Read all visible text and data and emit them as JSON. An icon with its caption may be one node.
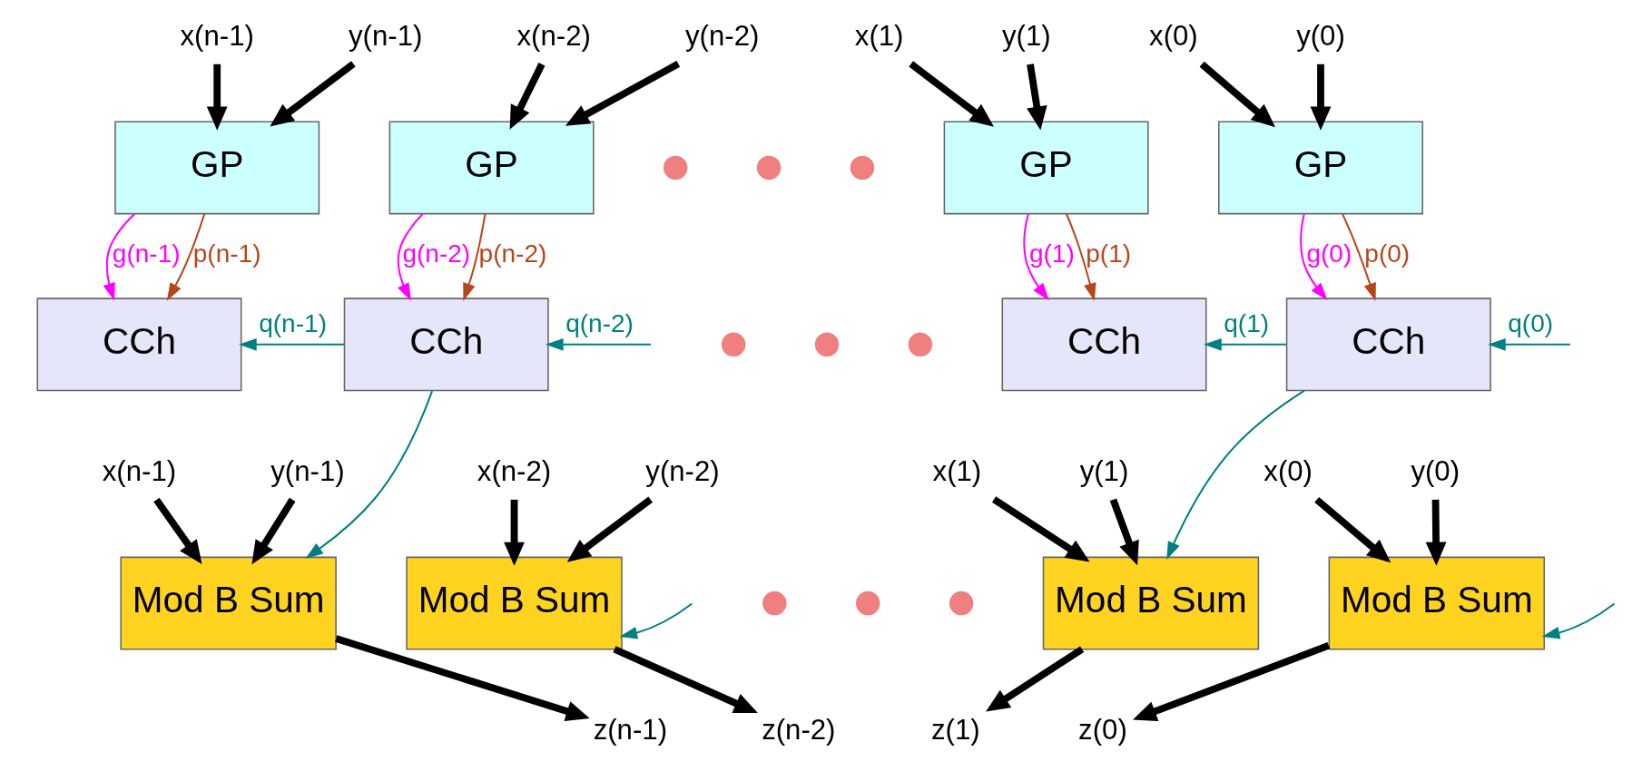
{
  "diagram": {
    "nodes": [
      {
        "text": [
          "x(n-1)"
        ]
      },
      {
        "text": [
          "y(n-1)"
        ]
      },
      {
        "text": [
          "GP"
        ]
      },
      {
        "text": [
          "CCh"
        ]
      },
      {
        "text": [
          "x(n-1)"
        ]
      },
      {
        "text": [
          "y(n-1)"
        ]
      },
      {
        "text": [
          "Mod B Sum"
        ]
      },
      {
        "text": [
          "z(n-1)"
        ]
      },
      {
        "text": [
          "x(n-2)"
        ]
      },
      {
        "text": [
          "y(n-2)"
        ]
      },
      {
        "text": [
          "GP"
        ]
      },
      {
        "text": [
          "CCh"
        ]
      },
      {
        "text": [
          "x(n-2)"
        ]
      },
      {
        "text": [
          "y(n-2)"
        ]
      },
      {
        "text": [
          "Mod B Sum"
        ]
      },
      {
        "text": [
          "z(n-2)"
        ]
      },
      {
        "text": [
          "x(1)"
        ]
      },
      {
        "text": [
          "y(1)"
        ]
      },
      {
        "text": [
          "GP"
        ]
      },
      {
        "text": [
          "CCh"
        ]
      },
      {
        "text": [
          "x(1)"
        ]
      },
      {
        "text": [
          "y(1)"
        ]
      },
      {
        "text": [
          "Mod B Sum"
        ]
      },
      {
        "text": [
          "z(1)"
        ]
      },
      {
        "text": [
          "x(0)"
        ]
      },
      {
        "text": [
          "y(0)"
        ]
      },
      {
        "text": [
          "GP"
        ]
      },
      {
        "text": [
          "CCh"
        ]
      },
      {
        "text": [
          "x(0)"
        ]
      },
      {
        "text": [
          "y(0)"
        ]
      },
      {
        "text": [
          "Mod B Sum"
        ]
      },
      {
        "text": [
          "z(0)"
        ]
      },
      {
        "text": [],
        "shape": "circle"
      },
      {
        "text": [],
        "shape": "circle"
      },
      {
        "text": [],
        "shape": "circle"
      },
      {
        "text": [],
        "shape": "circle"
      },
      {
        "text": [],
        "shape": "circle"
      },
      {
        "text": [],
        "shape": "circle"
      },
      {
        "text": [],
        "shape": "circle"
      },
      {
        "text": [],
        "shape": "circle"
      },
      {
        "text": [],
        "shape": "circle"
      }
    ],
    "edges": [
      {
        "from": 0,
        "to": 2,
        "arrow": "to"
      },
      {
        "from": 1,
        "to": 2,
        "arrow": "to"
      },
      {
        "from": 2,
        "to": 3,
        "arrow": "to",
        "label": "g(n-1)",
        "color": "#ff00ff"
      },
      {
        "from": 2,
        "to": 3,
        "arrow": "to",
        "label": "p(n-1)",
        "color": "#b8461b"
      },
      {
        "from": 4,
        "to": 6,
        "arrow": "to"
      },
      {
        "from": 5,
        "to": 6,
        "arrow": "to"
      },
      {
        "from": 6,
        "to": 7,
        "arrow": "to"
      },
      {
        "from": 8,
        "to": 10,
        "arrow": "to"
      },
      {
        "from": 9,
        "to": 10,
        "arrow": "to"
      },
      {
        "from": 10,
        "to": 11,
        "arrow": "to",
        "label": "g(n-2)",
        "color": "#ff00ff"
      },
      {
        "from": 10,
        "to": 11,
        "arrow": "to",
        "label": "p(n-2)",
        "color": "#b8461b"
      },
      {
        "from": 12,
        "to": 14,
        "arrow": "to"
      },
      {
        "from": 13,
        "to": 14,
        "arrow": "to"
      },
      {
        "from": 14,
        "to": 15,
        "arrow": "to"
      },
      {
        "from": 16,
        "to": 18,
        "arrow": "to"
      },
      {
        "from": 17,
        "to": 18,
        "arrow": "to"
      },
      {
        "from": 18,
        "to": 19,
        "arrow": "to",
        "label": "g(1)",
        "color": "#ff00ff"
      },
      {
        "from": 18,
        "to": 19,
        "arrow": "to",
        "label": "p(1)",
        "color": "#b8461b"
      },
      {
        "from": 20,
        "to": 22,
        "arrow": "to"
      },
      {
        "from": 21,
        "to": 22,
        "arrow": "to"
      },
      {
        "from": 22,
        "to": 23,
        "arrow": "to"
      },
      {
        "from": 24,
        "to": 26,
        "arrow": "to"
      },
      {
        "from": 25,
        "to": 26,
        "arrow": "to"
      },
      {
        "from": 26,
        "to": 27,
        "arrow": "to",
        "label": "g(0)",
        "color": "#ff00ff"
      },
      {
        "from": 26,
        "to": 27,
        "arrow": "to",
        "label": "p(0)",
        "color": "#b8461b"
      },
      {
        "from": 28,
        "to": 30,
        "arrow": "to"
      },
      {
        "from": 29,
        "to": 30,
        "arrow": "to"
      },
      {
        "from": 30,
        "to": 31,
        "arrow": "to"
      },
      {
        "from": 11,
        "to": 3,
        "arrow": "to",
        "label": "q(n-1)",
        "color": "#008080"
      },
      {
        "from": 11,
        "to": 6,
        "arrow": "to",
        "color": "#008080"
      },
      {
        "from": null,
        "to": 11,
        "arrow": "to",
        "label": "q(n-2)",
        "color": "#008080"
      },
      {
        "from": null,
        "to": 14,
        "arrow": "to",
        "color": "#008080"
      },
      {
        "from": 27,
        "to": 19,
        "arrow": "to",
        "label": "q(1)",
        "color": "#008080"
      },
      {
        "from": 27,
        "to": 22,
        "arrow": "to",
        "color": "#008080"
      },
      {
        "from": null,
        "to": 27,
        "arrow": "to",
        "label": "q(0)",
        "color": "#008080"
      },
      {
        "from": null,
        "to": 30,
        "arrow": "to",
        "color": "#008080"
      }
    ]
  }
}
